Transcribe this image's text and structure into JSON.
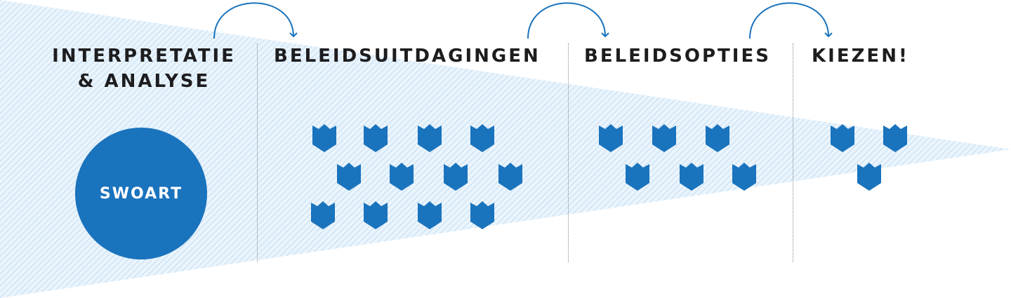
{
  "stages": [
    {
      "id": "interpretatie",
      "lines": [
        "INTERPRETATIE",
        "& ANALYSE"
      ]
    },
    {
      "id": "beleidsuitdagingen",
      "lines": [
        "BELEIDSUITDAGINGEN"
      ]
    },
    {
      "id": "beleidsopties",
      "lines": [
        "BELEIDSOPTIES"
      ]
    },
    {
      "id": "kiezen",
      "lines": [
        "KIEZEN!"
      ]
    }
  ],
  "center_circle": {
    "label": "SWOART"
  },
  "shield_counts": {
    "beleidsuitdagingen": 12,
    "beleidsopties": 6,
    "kiezen": 3
  },
  "colors": {
    "accent": "#1a73bd",
    "funnel_hatch": "#cfe4f5",
    "text": "#1d1d1f",
    "divider": "#8a8a8a"
  }
}
